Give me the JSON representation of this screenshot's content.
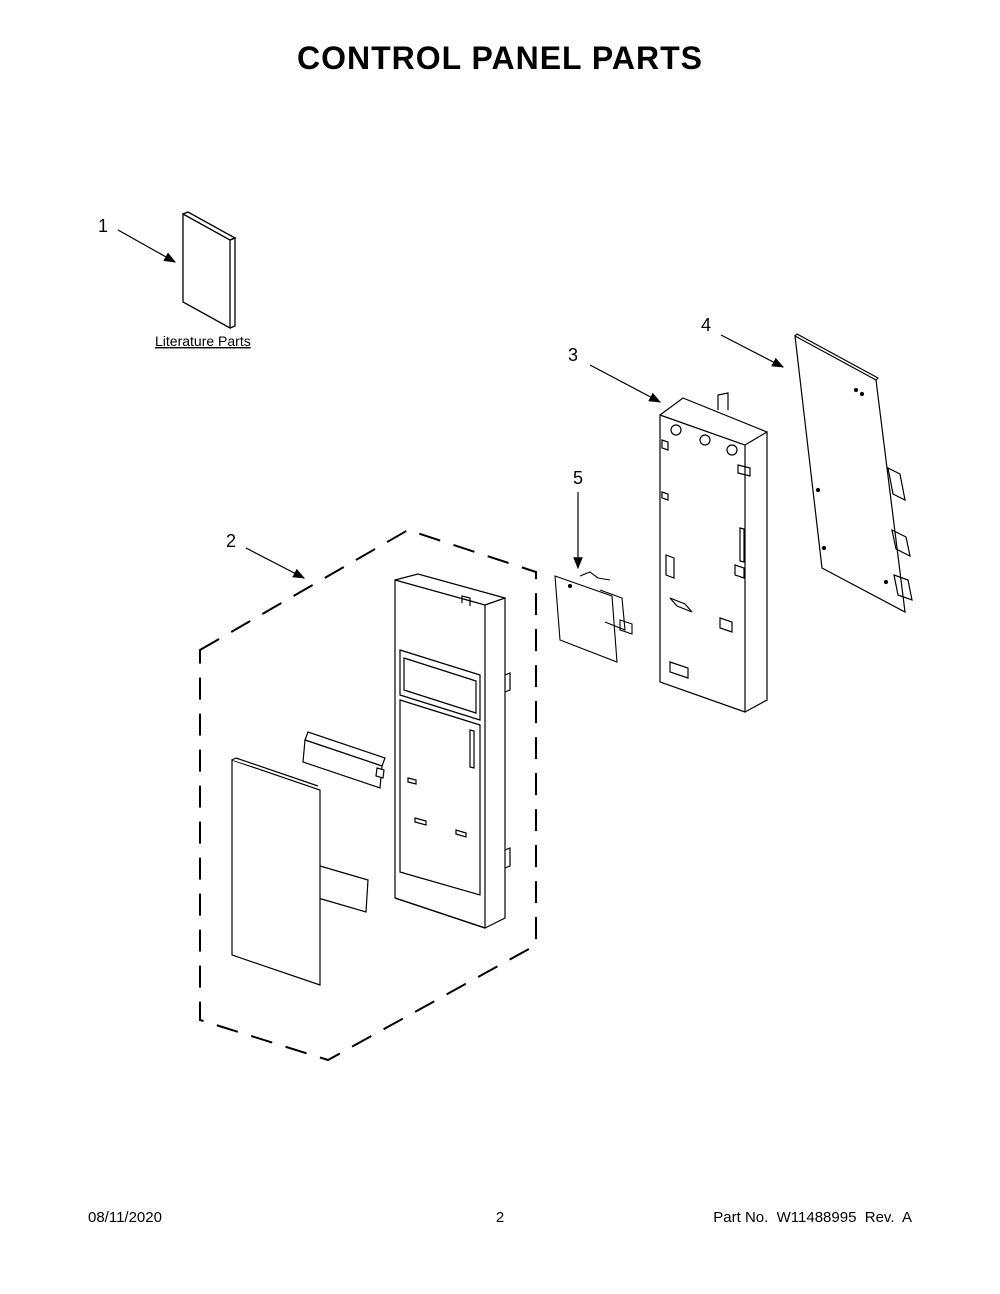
{
  "page": {
    "title": "CONTROL PANEL PARTS"
  },
  "callouts": [
    {
      "id": "1",
      "label": "1"
    },
    {
      "id": "2",
      "label": "2"
    },
    {
      "id": "3",
      "label": "3"
    },
    {
      "id": "4",
      "label": "4"
    },
    {
      "id": "5",
      "label": "5"
    }
  ],
  "literature": {
    "label": "Literature Parts"
  },
  "footer": {
    "date": "08/11/2020",
    "page_number": "2",
    "part_info": "Part No.  W11488995  Rev.  A"
  }
}
